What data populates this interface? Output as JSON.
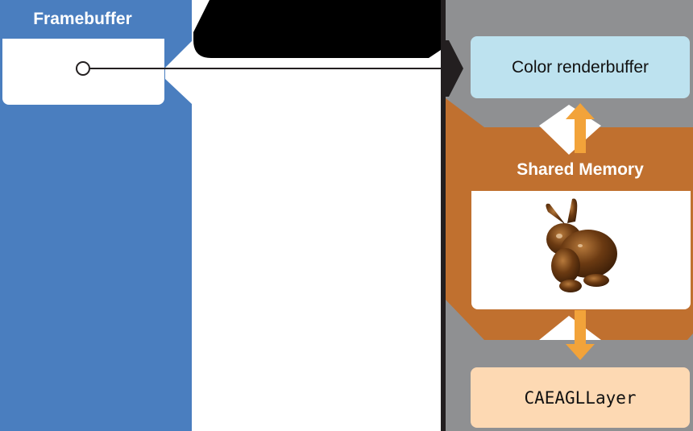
{
  "diagram": {
    "framebuffer": {
      "title": "Framebuffer"
    },
    "attachment_label": {
      "text": ""
    },
    "color_renderbuffer": {
      "label": "Color renderbuffer"
    },
    "shared_memory": {
      "title": "Shared Memory",
      "content": "rendered bunny image"
    },
    "layer": {
      "label": "CAEAGLLayer"
    },
    "colors": {
      "framebuffer_bg": "#4a7ebf",
      "right_column_bg": "#8f9092",
      "renderbuffer_bg": "#bde2ef",
      "shared_memory_bg": "#c0702f",
      "arrow": "#f2a33a",
      "layer_bg": "#fdd9b3"
    }
  }
}
